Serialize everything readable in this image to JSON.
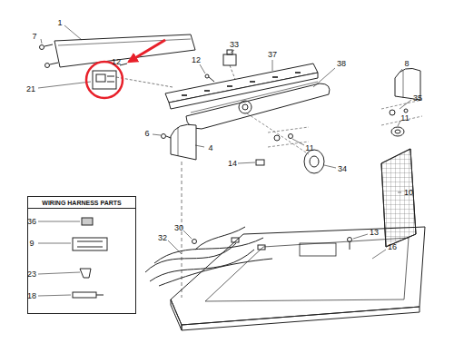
{
  "diagram": {
    "nodes": [
      {
        "text": [
          "WIRING HARNESS PARTS"
        ]
      }
    ],
    "labels": [
      "1",
      "7",
      "12",
      "21",
      "33",
      "12",
      "37",
      "38",
      "8",
      "35",
      "11",
      "6",
      "4",
      "11",
      "14",
      "34",
      "10",
      "30",
      "32",
      "13",
      "16",
      "36",
      "9",
      "23",
      "18"
    ]
  }
}
